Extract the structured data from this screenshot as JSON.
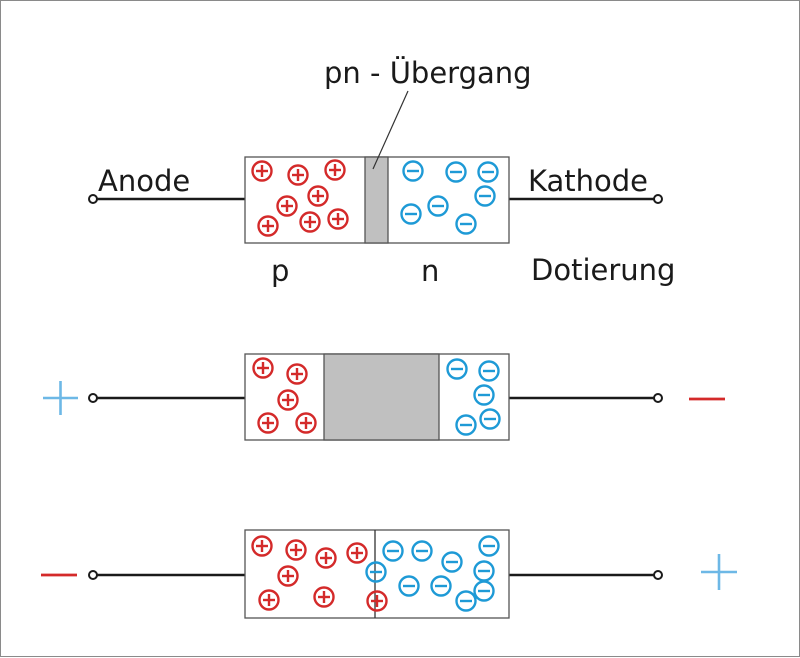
{
  "colors": {
    "hole": "#d42a2a",
    "electron": "#1e9ad6",
    "depletion": "#c0c0c0",
    "wire": "#1a1a1a",
    "plus_terminal": "#6db8e6",
    "minus_terminal": "#d42a2a"
  },
  "labels": {
    "junction": "pn - Übergang",
    "anode": "Anode",
    "cathode": "Kathode",
    "p": "p",
    "n": "n",
    "doping": "Dotierung"
  },
  "diagrams": [
    {
      "id": "unbiased",
      "left_terminal": "",
      "right_terminal": ""
    },
    {
      "id": "reverse-bias",
      "left_terminal": "plus",
      "right_terminal": "minus"
    },
    {
      "id": "forward-bias",
      "left_terminal": "minus",
      "right_terminal": "plus"
    }
  ]
}
